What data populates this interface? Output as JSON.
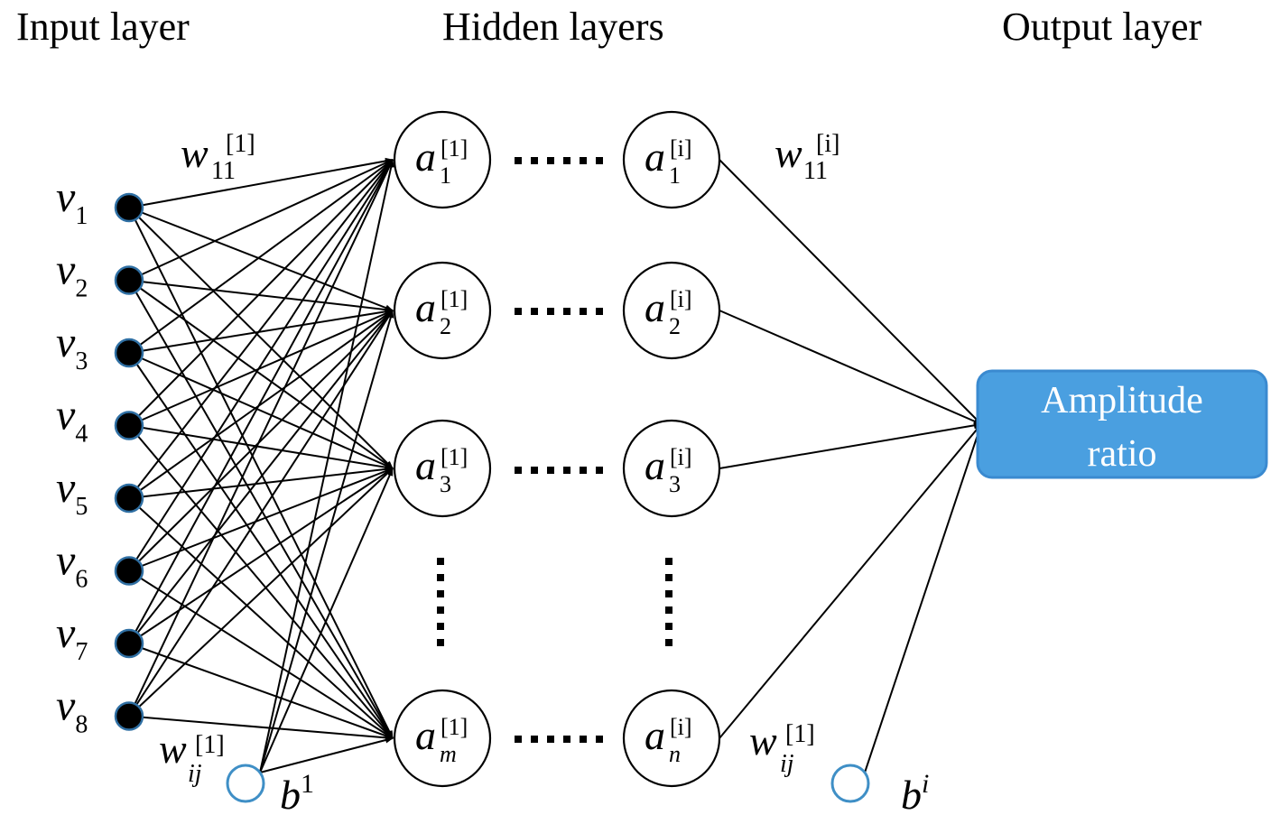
{
  "headers": {
    "input": "Input layer",
    "hidden": "Hidden layers",
    "output": "Output layer"
  },
  "inputs": [
    {
      "base": "v",
      "sub": "1"
    },
    {
      "base": "v",
      "sub": "2"
    },
    {
      "base": "v",
      "sub": "3"
    },
    {
      "base": "v",
      "sub": "4"
    },
    {
      "base": "v",
      "sub": "5"
    },
    {
      "base": "v",
      "sub": "6"
    },
    {
      "base": "v",
      "sub": "7"
    },
    {
      "base": "v",
      "sub": "8"
    }
  ],
  "hidden_first": [
    {
      "base": "a",
      "sup": "[1]",
      "sub": "1"
    },
    {
      "base": "a",
      "sup": "[1]",
      "sub": "2"
    },
    {
      "base": "a",
      "sup": "[1]",
      "sub": "3"
    },
    {
      "base": "a",
      "sup": "[1]",
      "sub": "m"
    }
  ],
  "hidden_last": [
    {
      "base": "a",
      "sup": "[i]",
      "sub": "1"
    },
    {
      "base": "a",
      "sup": "[i]",
      "sub": "2"
    },
    {
      "base": "a",
      "sup": "[i]",
      "sub": "3"
    },
    {
      "base": "a",
      "sup": "[i]",
      "sub": "n"
    }
  ],
  "output": {
    "line1": "Amplitude",
    "line2": "ratio",
    "color": "#4a9fe0",
    "border": "#3a8ad0"
  },
  "weights": {
    "w11_first": {
      "base": "w",
      "sup": "[1]",
      "sub": "11"
    },
    "wij_first": {
      "base": "w",
      "sup": "[1]",
      "sub": "ij"
    },
    "w11_last": {
      "base": "w",
      "sup": "[i]",
      "sub": "11"
    },
    "wij_last": {
      "base": "w",
      "sup": "[1]",
      "sub": "ij"
    }
  },
  "biases": {
    "first": {
      "base": "b",
      "sup": "1"
    },
    "last": {
      "base": "b",
      "sup": "i"
    }
  },
  "bias_color": "#3f8fc6"
}
